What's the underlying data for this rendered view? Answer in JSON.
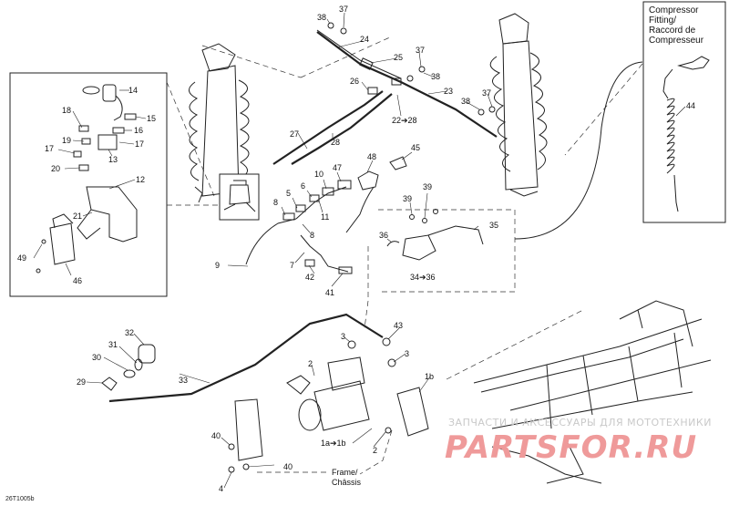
{
  "diagram": {
    "reference_code": "26T1005b",
    "compressor_inset_title": [
      "Compressor",
      "Fitting/",
      "Raccord de",
      "Compresseur"
    ],
    "frame_label": [
      "Frame/",
      "Châssis"
    ],
    "watermark_text": "ЗАПЧАСТИ И АКСЕССУАРЫ ДЛЯ МОТОТЕХНИКИ",
    "watermark_logo": "PARTSFOR.RU",
    "callouts": {
      "c1a_1b": "1a➔1b",
      "c1b": "1b",
      "c2": "2",
      "c2b": "2",
      "c3a": "3",
      "c3b": "3",
      "c4": "4",
      "c5": "5",
      "c6": "6",
      "c7": "7",
      "c8a": "8",
      "c8b": "8",
      "c9": "9",
      "c10": "10",
      "c11": "11",
      "c12": "12",
      "c13": "13",
      "c14": "14",
      "c15": "15",
      "c16": "16",
      "c17a": "17",
      "c17b": "17",
      "c18": "18",
      "c19": "19",
      "c20": "20",
      "c21": "21",
      "c22_28": "22➔28",
      "c23": "23",
      "c24": "24",
      "c25": "25",
      "c26": "26",
      "c27": "27",
      "c28": "28",
      "c29": "29",
      "c30": "30",
      "c31": "31",
      "c32": "32",
      "c33": "33",
      "c34_36": "34➔36",
      "c35": "35",
      "c36": "36",
      "c37a": "37",
      "c37b": "37",
      "c37c": "37",
      "c38a": "38",
      "c38b": "38",
      "c38c": "38",
      "c39a": "39",
      "c39b": "39",
      "c40a": "40",
      "c40b": "40",
      "c41": "41",
      "c42": "42",
      "c43": "43",
      "c44": "44",
      "c45": "45",
      "c46": "46",
      "c47": "47",
      "c48": "48",
      "c49": "49"
    }
  }
}
